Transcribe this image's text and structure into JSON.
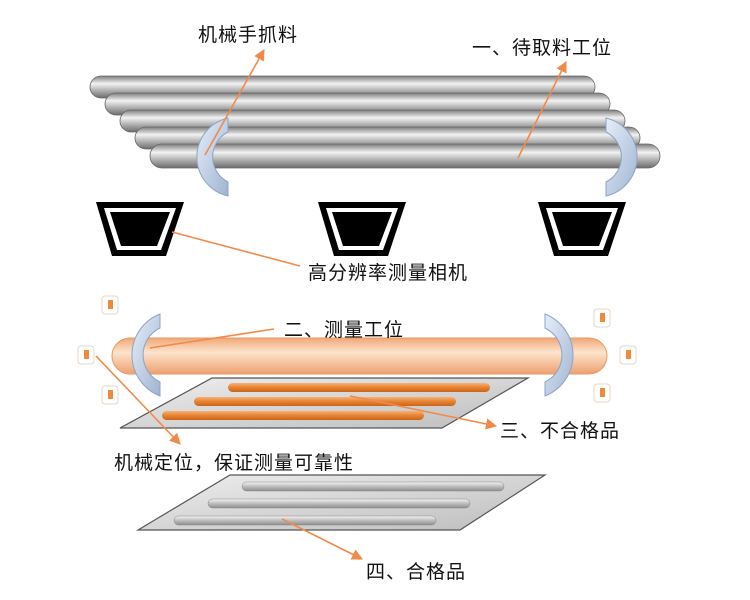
{
  "labels": {
    "gripper": "机械手抓料",
    "station1": "一、待取料工位",
    "camera": "高分辨率测量相机",
    "station2": "二、测量工位",
    "station3": "三、不合格品",
    "positioning": "机械定位，保证测量可靠性",
    "station4": "四、合格品"
  },
  "colors": {
    "arrow": "#f08a4b",
    "grey_pipe": "#a9a9a9",
    "orange_pipe": "#f4b98d",
    "orange_rod": "#ec8a3c",
    "gripper": "#c5d3e8",
    "camera_frame": "#000000",
    "tray": "#d4d4d4"
  },
  "icons": [
    "gripper-claw-icon",
    "camera-lens-icon",
    "locator-pin-icon"
  ]
}
